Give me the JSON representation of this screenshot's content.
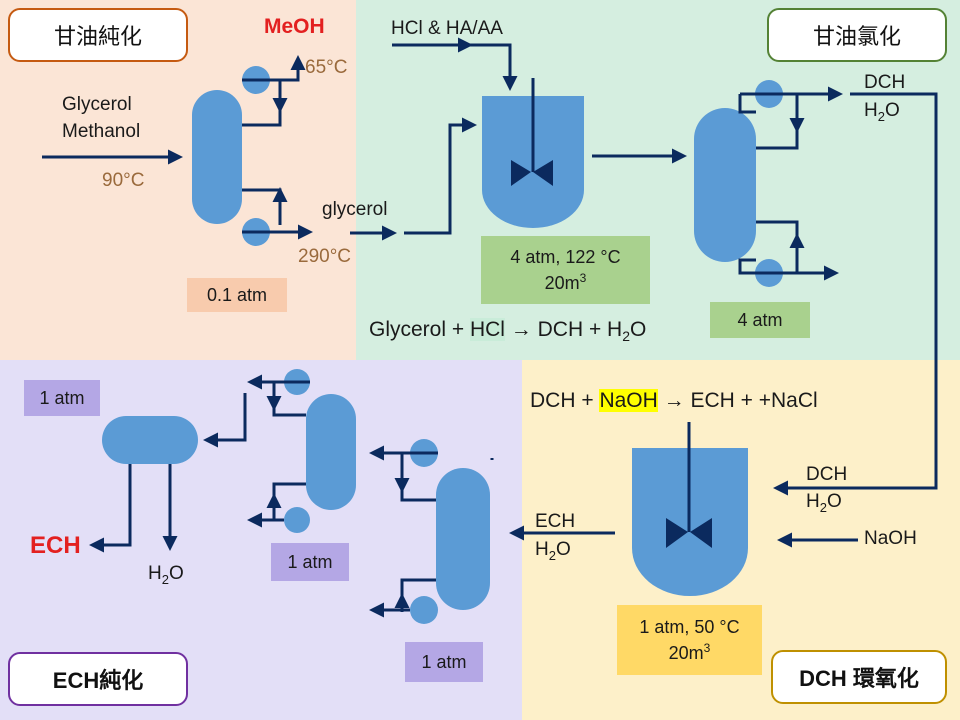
{
  "sections": {
    "glycerol_purification": "甘油純化",
    "glycerol_chlorination": "甘油氯化",
    "ech_purification": "ECH純化",
    "dch_epoxidation": "DCH 環氧化"
  },
  "labels": {
    "meoh": "MeOH",
    "temp_65": "65°C",
    "glycerol_feed": "Glycerol",
    "methanol_feed": "Methanol",
    "temp_90": "90°C",
    "glycerol_out": "glycerol",
    "temp_290": "290°C",
    "hcl_feed": "HCl & HA/AA",
    "dch_top": "DCH",
    "h2o_top": "H",
    "ech_product": "ECH",
    "h2o_ech": "H",
    "dch_in": "DCH",
    "h2o_in": "H",
    "naoh_in": "NaOH",
    "ech_out": "ECH",
    "h2o_out": "H",
    "sub2": "2",
    "o": "O"
  },
  "conditions": {
    "col1_pressure": "0.1 atm",
    "reactor1_line1": "4 atm, 122 °C",
    "reactor1_line2": "20m",
    "col2_pressure": "4 atm",
    "drum_pressure": "1 atm",
    "col3_pressure": "1 atm",
    "col4_pressure": "1 atm",
    "reactor2_line1": "1 atm, 50 °C",
    "reactor2_line2": "20m",
    "sup3": "3"
  },
  "reactions": {
    "r1_a": "Glycerol + ",
    "r1_hl": "HCl",
    "r1_b": " → DCH + H",
    "r2_a": "DCH + ",
    "r2_hl": "NaOH",
    "r2_b": " → ECH + +NaCl"
  },
  "colors": {
    "zone_tl": "#fbe5d6",
    "zone_tr": "#d5eee0",
    "zone_bl": "#e3dff7",
    "zone_br": "#fdf0c9",
    "equipment": "#5b9bd5",
    "line": "#0b2a5e",
    "border_orange": "#c55a11",
    "border_green": "#548235",
    "border_purple": "#7030a0",
    "border_gold": "#bf9000",
    "cond_orange": "#f8cbad",
    "cond_green": "#a9d18e",
    "cond_purple": "#b4a7e5",
    "cond_yellow": "#ffd966"
  }
}
